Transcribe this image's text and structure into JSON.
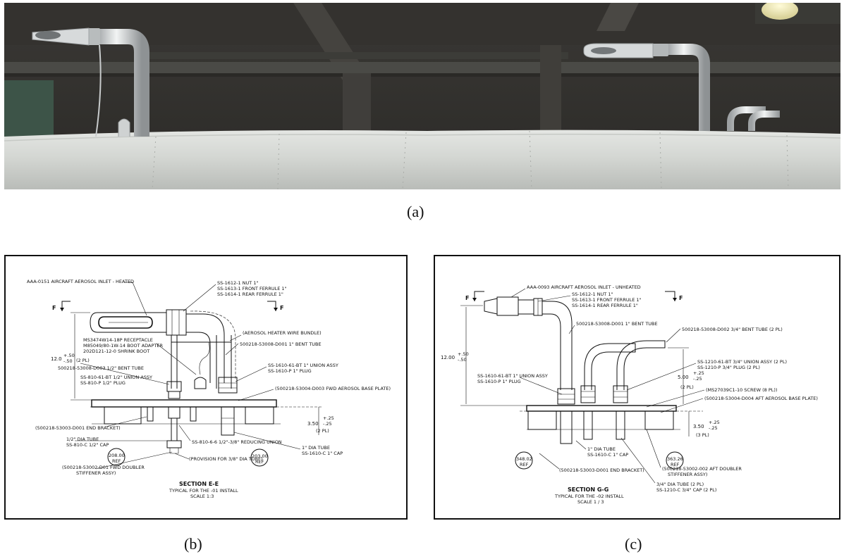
{
  "captions": {
    "a": "(a)",
    "b": "(b)",
    "c": "(c)"
  },
  "panel_b": {
    "title": "SECTION E-E",
    "subtitle": "TYPICAL FOR THE -01 INSTALL",
    "scale": "SCALE 1:3",
    "section_mark": "F",
    "labels": {
      "inlet": "AAA-0151 AIRCRAFT AEROSOL INLET - HEATED",
      "nut": "SS-1612-1 NUT 1\"",
      "front_ferrule": "SS-1613-1 FRONT FERRULE 1\"",
      "rear_ferrule": "SS-1614-1 REAR FERRULE 1\"",
      "heater_wire": "(AEROSOL HEATER WIRE BUNDLE)",
      "receptacle": "MS3474W14-18P RECEPTACLE",
      "boot_adapter": "M85049/80-1W-14 BOOT ADAPTER",
      "shrink_boot": "202D121-12-0 SHRINK BOOT",
      "bent_tube_1": "500218-53008-D001 1\" BENT TUBE",
      "bent_tube_half": "500218-53008-D003 1/2\" BENT TUBE",
      "union_1": "SS-1610-61-BT 1\" UNION ASSY",
      "plug_1": "SS-1610-P 1\" PLUG",
      "union_half": "SS-810-61-BT 1/2\" UNION ASSY",
      "plug_half": "SS-810-P 1/2\" PLUG",
      "base_plate": "(500218-53004-D003 FWD AEROSOL BASE PLATE)",
      "end_bracket": "(500218-53003-D001 END BRACKET)",
      "dia_tube_half": "1/2\" DIA TUBE",
      "cap_half": "SS-810-C 1/2\" CAP",
      "reducing_union": "SS-810-6-6 1/2\"-3/8\" REDUCING UNION",
      "dia_tube_1": "1\" DIA TUBE",
      "cap_1": "SS-1610-C 1\" CAP",
      "doubler": "(500218-53002-D01 FWD DOUBLER",
      "doubler_2": "STIFFENER ASSY)",
      "provision": "(PROVISION FOR 3/8\" DIA TUBE)",
      "dim_height": "12.0",
      "dim_height_tol_up": "+.50",
      "dim_height_tol_dn": "-.50",
      "dim_height_pl": "(2 PL)",
      "dim_base": "3.50",
      "dim_base_tol_up": "+.25",
      "dim_base_tol_dn": "-.25",
      "dim_base_pl": "(2 PL)",
      "ref_1": "208.00",
      "ref_2": "203.00",
      "ref_word": "REF"
    }
  },
  "panel_c": {
    "title": "SECTION G-G",
    "subtitle": "TYPICAL FOR THE -02 INSTALL",
    "scale": "SCALE 1 / 3",
    "section_mark": "F",
    "labels": {
      "inlet": "AAA-0093 AIRCRAFT AEROSOL INLET - UNHEATED",
      "nut": "SS-1612-1 NUT 1\"",
      "front_ferrule": "SS-1613-1 FRONT FERRULE 1\"",
      "rear_ferrule": "SS-1614-1 REAR FERRULE 1\"",
      "bent_tube_1": "500218-53008-D001 1\" BENT TUBE",
      "bent_tube_34": "500218-53008-D002 3/4\" BENT TUBE (2 PL)",
      "union_34": "SS-1210-61-BT 3/4\" UNION ASSY (2 PL)",
      "plug_34": "SS-1210-P 3/4\" PLUG (2 PL)",
      "union_1": "SS-1610-61-BT 1\" UNION ASSY",
      "plug_1": "SS-1610-P 1\" PLUG",
      "screw": "(MS27039C1-10 SCREW (8 PL))",
      "base_plate": "(500218-53004-D004 AFT AEROSOL BASE PLATE)",
      "dia_tube_1": "1\" DIA TUBE",
      "cap_1": "SS-1610-C 1\" CAP",
      "end_bracket": "(500218-53003-D001 END BRACKET)",
      "doubler": "(500218-53002-002 AFT DOUBLER",
      "doubler_2": "STIFFENER ASSY)",
      "dia_tube_34": "3/4\" DIA TUBE (2 PL)",
      "cap_34": "SS-1210-C 3/4\" CAP (2 PL)",
      "dim_height": "12.00",
      "dim_height_tol_up": "+.50",
      "dim_height_tol_dn": "-.50",
      "dim_5": "5.00",
      "dim_5_tol_up": "+.25",
      "dim_5_tol_dn": "-.25",
      "dim_5_pl": "(2 PL)",
      "dim_base": "3.50",
      "dim_base_tol_up": "+.25",
      "dim_base_tol_dn": "-.25",
      "dim_base_pl": "(3 PL)",
      "ref_1": "348.02",
      "ref_2": "363.26",
      "ref_word": "REF"
    }
  }
}
